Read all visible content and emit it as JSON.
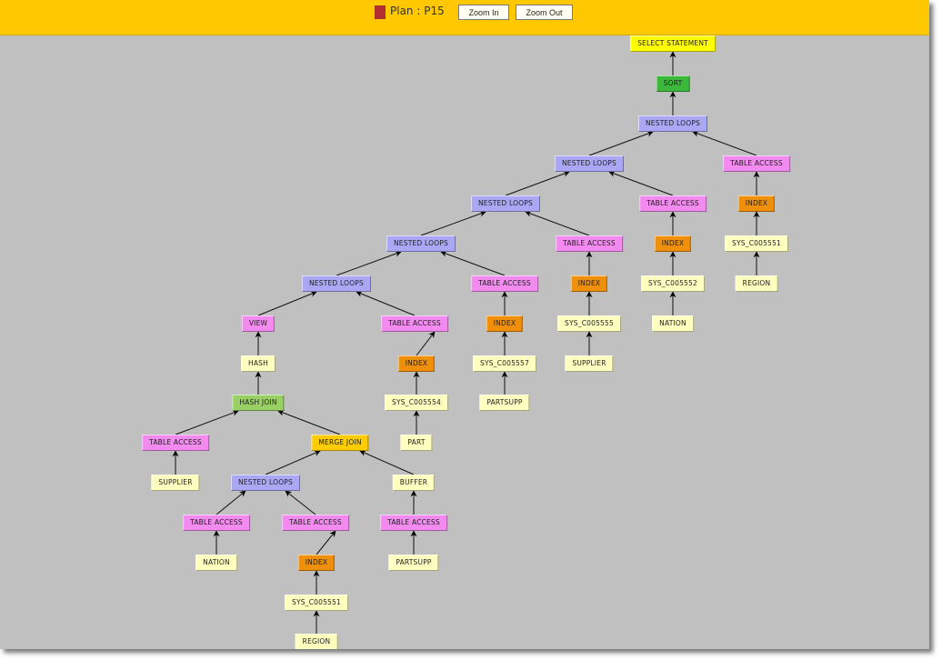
{
  "header": {
    "plan_title": "Plan : P15",
    "zoom_in_label": "Zoom In",
    "zoom_out_label": "Zoom Out",
    "plan_color": "#b03030"
  },
  "colors": {
    "statement": "#ffff00",
    "sort": "#3cb83c",
    "loops": "#aaa8f4",
    "access": "#f28af0",
    "index": "#f0900a",
    "object": "#ffffc0",
    "hashjoin": "#99d066",
    "mergejoin": "#ffcc00"
  },
  "nodes": [
    {
      "label": "SELECT STATEMENT",
      "kind": "statement",
      "parent": null
    },
    {
      "label": "SORT",
      "kind": "sort",
      "parent": 0
    },
    {
      "label": "NESTED LOOPS",
      "kind": "loops",
      "parent": 1
    },
    {
      "label": "NESTED LOOPS",
      "kind": "loops",
      "parent": 2
    },
    {
      "label": "TABLE ACCESS",
      "kind": "access",
      "parent": 2
    },
    {
      "label": "INDEX",
      "kind": "index",
      "parent": 4
    },
    {
      "label": "SYS_C005551",
      "kind": "object",
      "parent": 5
    },
    {
      "label": "REGION",
      "kind": "object",
      "parent": 6
    },
    {
      "label": "NESTED LOOPS",
      "kind": "loops",
      "parent": 3
    },
    {
      "label": "TABLE ACCESS",
      "kind": "access",
      "parent": 3
    },
    {
      "label": "INDEX",
      "kind": "index",
      "parent": 9
    },
    {
      "label": "SYS_C005552",
      "kind": "object",
      "parent": 10
    },
    {
      "label": "NATION",
      "kind": "object",
      "parent": 11
    },
    {
      "label": "NESTED LOOPS",
      "kind": "loops",
      "parent": 8
    },
    {
      "label": "TABLE ACCESS",
      "kind": "access",
      "parent": 8
    },
    {
      "label": "INDEX",
      "kind": "index",
      "parent": 14
    },
    {
      "label": "SYS_C005555",
      "kind": "object",
      "parent": 15
    },
    {
      "label": "SUPPLIER",
      "kind": "object",
      "parent": 16
    },
    {
      "label": "NESTED LOOPS",
      "kind": "loops",
      "parent": 13
    },
    {
      "label": "TABLE ACCESS",
      "kind": "access",
      "parent": 13
    },
    {
      "label": "INDEX",
      "kind": "index",
      "parent": 19
    },
    {
      "label": "SYS_C005557",
      "kind": "object",
      "parent": 20
    },
    {
      "label": "PARTSUPP",
      "kind": "object",
      "parent": 21
    },
    {
      "label": "VIEW",
      "kind": "access",
      "parent": 18
    },
    {
      "label": "TABLE ACCESS",
      "kind": "access",
      "parent": 18
    },
    {
      "label": "INDEX",
      "kind": "index",
      "parent": 24
    },
    {
      "label": "SYS_C005554",
      "kind": "object",
      "parent": 25
    },
    {
      "label": "PART",
      "kind": "object",
      "parent": 26
    },
    {
      "label": "HASH",
      "kind": "object",
      "parent": 23
    },
    {
      "label": "HASH JOIN",
      "kind": "hashjoin",
      "parent": 28
    },
    {
      "label": "TABLE ACCESS",
      "kind": "access",
      "parent": 29
    },
    {
      "label": "SUPPLIER",
      "kind": "object",
      "parent": 30
    },
    {
      "label": "MERGE JOIN",
      "kind": "mergejoin",
      "parent": 29
    },
    {
      "label": "NESTED LOOPS",
      "kind": "loops",
      "parent": 32
    },
    {
      "label": "BUFFER",
      "kind": "object",
      "parent": 32
    },
    {
      "label": "TABLE ACCESS",
      "kind": "access",
      "parent": 34
    },
    {
      "label": "PARTSUPP",
      "kind": "object",
      "parent": 35
    },
    {
      "label": "TABLE ACCESS",
      "kind": "access",
      "parent": 33
    },
    {
      "label": "NATION",
      "kind": "object",
      "parent": 37
    },
    {
      "label": "TABLE ACCESS",
      "kind": "access",
      "parent": 33
    },
    {
      "label": "INDEX",
      "kind": "index",
      "parent": 39
    },
    {
      "label": "SYS_C005551",
      "kind": "object",
      "parent": 40
    },
    {
      "label": "REGION",
      "kind": "object",
      "parent": 41
    }
  ]
}
